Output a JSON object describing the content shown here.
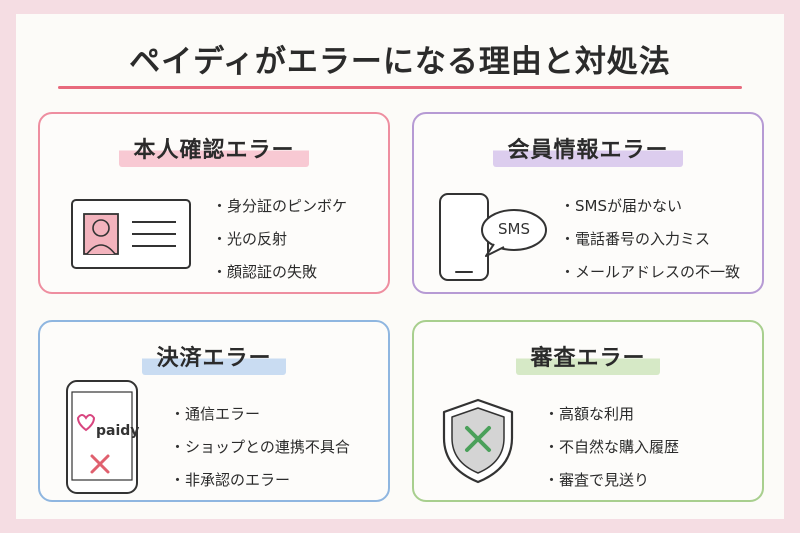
{
  "title": "ペイディがエラーになる理由と対処法",
  "colors": {
    "background": "#f5dde3",
    "title_underline": "#e86a7d",
    "identity_border": "#ee8ea0",
    "member_border": "#b69ad4",
    "payment_border": "#8fb6e0",
    "review_border": "#a8cf8e",
    "error_x": "#e0606e",
    "check_x": "#4aa05a"
  },
  "cards": {
    "identity": {
      "title": "本人確認エラー",
      "icon": "id-card-icon",
      "items": [
        "身分証のピンボケ",
        "光の反射",
        "顔認証の失敗"
      ]
    },
    "member": {
      "title": "会員情報エラー",
      "icon": "smartphone-sms-icon",
      "sms_label": "SMS",
      "items": [
        "SMSが届かない",
        "電話番号の入力ミス",
        "メールアドレスの不一致"
      ]
    },
    "payment": {
      "title": "決済エラー",
      "icon": "smartphone-paidy-icon",
      "brand": "paidy",
      "items": [
        "通信エラー",
        "ショップとの連携不具合",
        "非承認のエラー"
      ]
    },
    "review": {
      "title": "審査エラー",
      "icon": "shield-x-icon",
      "items": [
        "高額な利用",
        "不自然な購入履歴",
        "審査で見送り"
      ]
    }
  }
}
